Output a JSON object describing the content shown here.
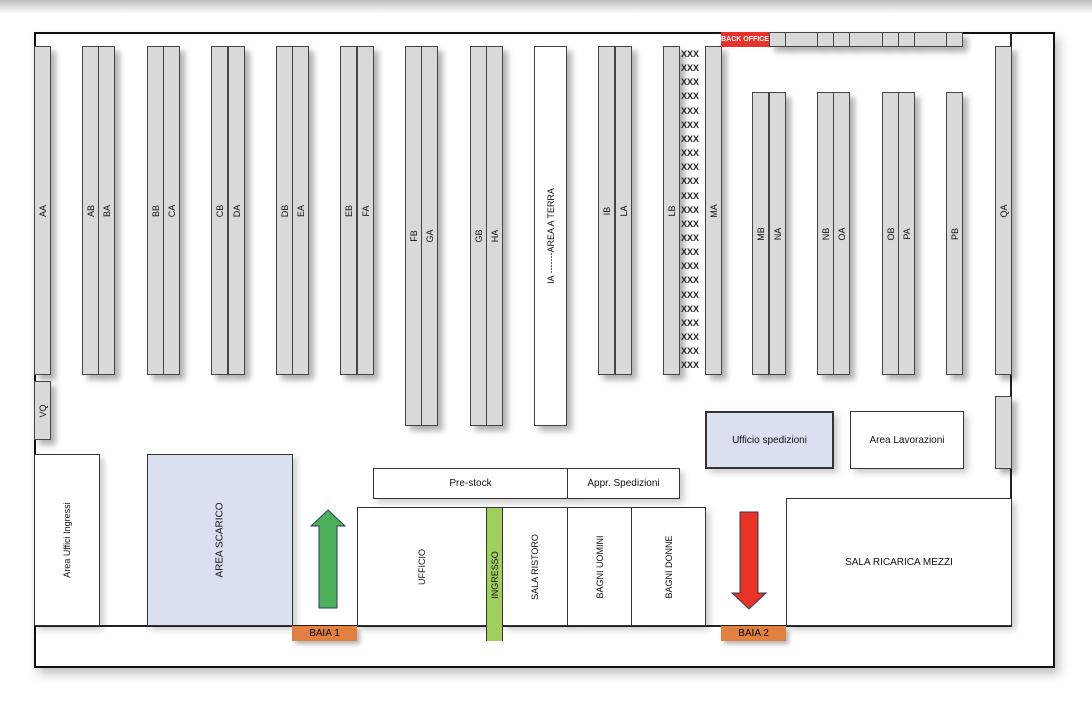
{
  "shelves": [
    {
      "label": "AA"
    },
    {
      "label": "AB"
    },
    {
      "label": "BA"
    },
    {
      "label": "BB"
    },
    {
      "label": "CA"
    },
    {
      "label": "CB"
    },
    {
      "label": "DA"
    },
    {
      "label": "DB"
    },
    {
      "label": "EA"
    },
    {
      "label": "EB"
    },
    {
      "label": "FA"
    },
    {
      "label": "FB"
    },
    {
      "label": "GA"
    },
    {
      "label": "GB"
    },
    {
      "label": "HA"
    },
    {
      "label": "IA -------AREA A TERRA"
    },
    {
      "label": "IB"
    },
    {
      "label": "LA"
    },
    {
      "label": "LB"
    },
    {
      "label": "MA"
    },
    {
      "label": "MB"
    },
    {
      "label": "NA"
    },
    {
      "label": "NB"
    },
    {
      "label": "OA"
    },
    {
      "label": "OB"
    },
    {
      "label": "PA"
    },
    {
      "label": "PB"
    },
    {
      "label": "QA"
    },
    {
      "label": "VQ"
    }
  ],
  "xxx_label": "XXX",
  "back_office": "BACK OFFICE",
  "rooms": {
    "uffici_ingressi": "Area Uffici Ingressi",
    "area_scarico": "AREA SCARICO",
    "pre_stock": "Pre-stock",
    "appr_spedizioni": "Appr. Spedizioni",
    "ufficio": "UFFICIO",
    "ingresso": "INGRESSO",
    "sala_ristoro": "SALA RISTORO",
    "bagni_uomini": "BAGNI UOMINI",
    "bagni_donne": "BAGNI DONNE",
    "ufficio_spedizioni": "Ufficio spedizioni",
    "area_lavorazioni": "Area Lavorazioni",
    "sala_ricarica": "SALA RICARICA MEZZI"
  },
  "bays": {
    "baia1": "BAIA 1",
    "baia2": "BAIA 2"
  },
  "colors": {
    "back_office": "#e8312a",
    "bay": "#e2813f",
    "ingresso": "#9fcf5f",
    "in_arrow": "#4caf5a",
    "out_arrow": "#e83325",
    "office_blue": "#dae0ef",
    "shelf": "#d9d9d9"
  }
}
